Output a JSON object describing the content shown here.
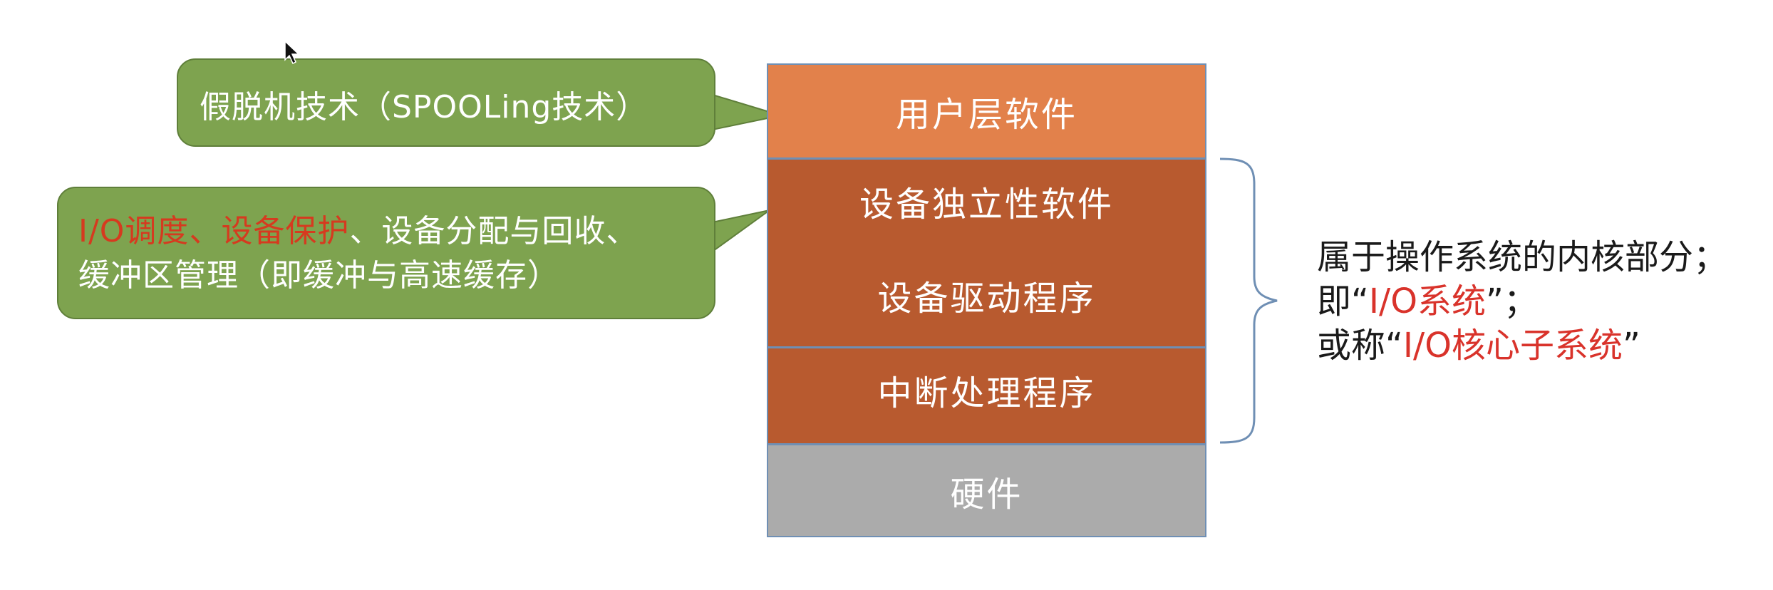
{
  "layers": {
    "user": "用户层软件",
    "device_independent": "设备独立性软件",
    "device_driver": "设备驱动程序",
    "interrupt": "中断处理程序",
    "hardware": "硬件"
  },
  "callouts": {
    "spooling": "假脱机技术（SPOOLing技术）",
    "io_line1_red1": "I/O调度",
    "io_line1_sep1": "、",
    "io_line1_red2": "设备保护",
    "io_line1_rest": "、设备分配与回收、",
    "io_line2": "缓冲区管理（即缓冲与高速缓存）"
  },
  "note": {
    "line1": "属于操作系统的内核部分；",
    "line2_pre": "即“",
    "line2_hl": "I/O系统",
    "line2_post": "”；",
    "line3_pre": "或称“",
    "line3_hl": "I/O核心子系统",
    "line3_post": "”"
  },
  "colors": {
    "user_layer": "#e2814b",
    "kernel_layers": "#b85a2f",
    "hardware_layer": "#ababab",
    "callout": "#7ea34f",
    "highlight_red": "#d63a1f"
  }
}
